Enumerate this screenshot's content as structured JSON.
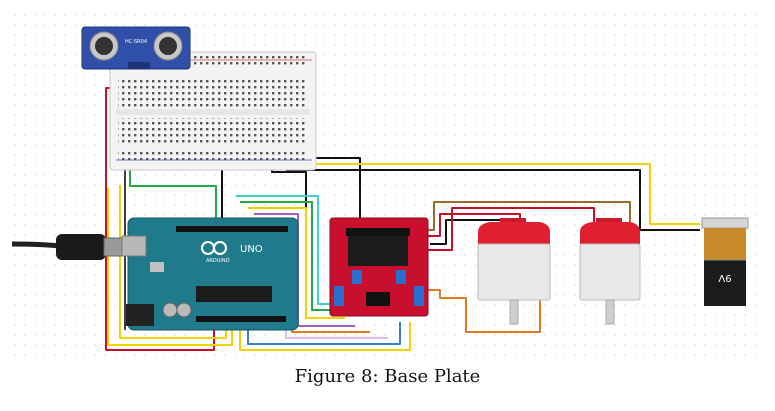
{
  "figure": {
    "caption": "Figure 8: Base Plate"
  },
  "components": {
    "ultrasonic_sensor": {
      "model_label": "HC-SR04",
      "icon": "ultrasonic-sensor-icon"
    },
    "breadboard": {
      "icon": "breadboard-icon"
    },
    "arduino": {
      "board_label": "UNO",
      "brand_label": "ARDUINO",
      "icon": "arduino-board-icon"
    },
    "motor_driver": {
      "icon": "motor-driver-icon"
    },
    "motor_left": {
      "icon": "dc-motor-icon"
    },
    "motor_right": {
      "icon": "dc-motor-icon"
    },
    "battery": {
      "label": "9V",
      "icon": "battery-icon"
    },
    "usb_cable": {
      "icon": "usb-cable-icon"
    }
  },
  "colors": {
    "arduino": "#1f7a8c",
    "driver": "#c8102e",
    "motor_cap": "#e02030",
    "motor_body": "#e8e8e8",
    "battery_top": "#d6d6d6",
    "battery_body": "#c98a2a",
    "battery_label": "#111111",
    "sensor": "#2f4fa8",
    "wire_red": "#c8102e",
    "wire_black": "#111111",
    "wire_yellow": "#f2d200",
    "wire_green": "#22aa44",
    "wire_cyan": "#3fd0d0",
    "wire_purple": "#a060c0",
    "wire_orange": "#e07a20",
    "wire_blue": "#3a7ad0",
    "wire_brown": "#9a6a2a"
  }
}
